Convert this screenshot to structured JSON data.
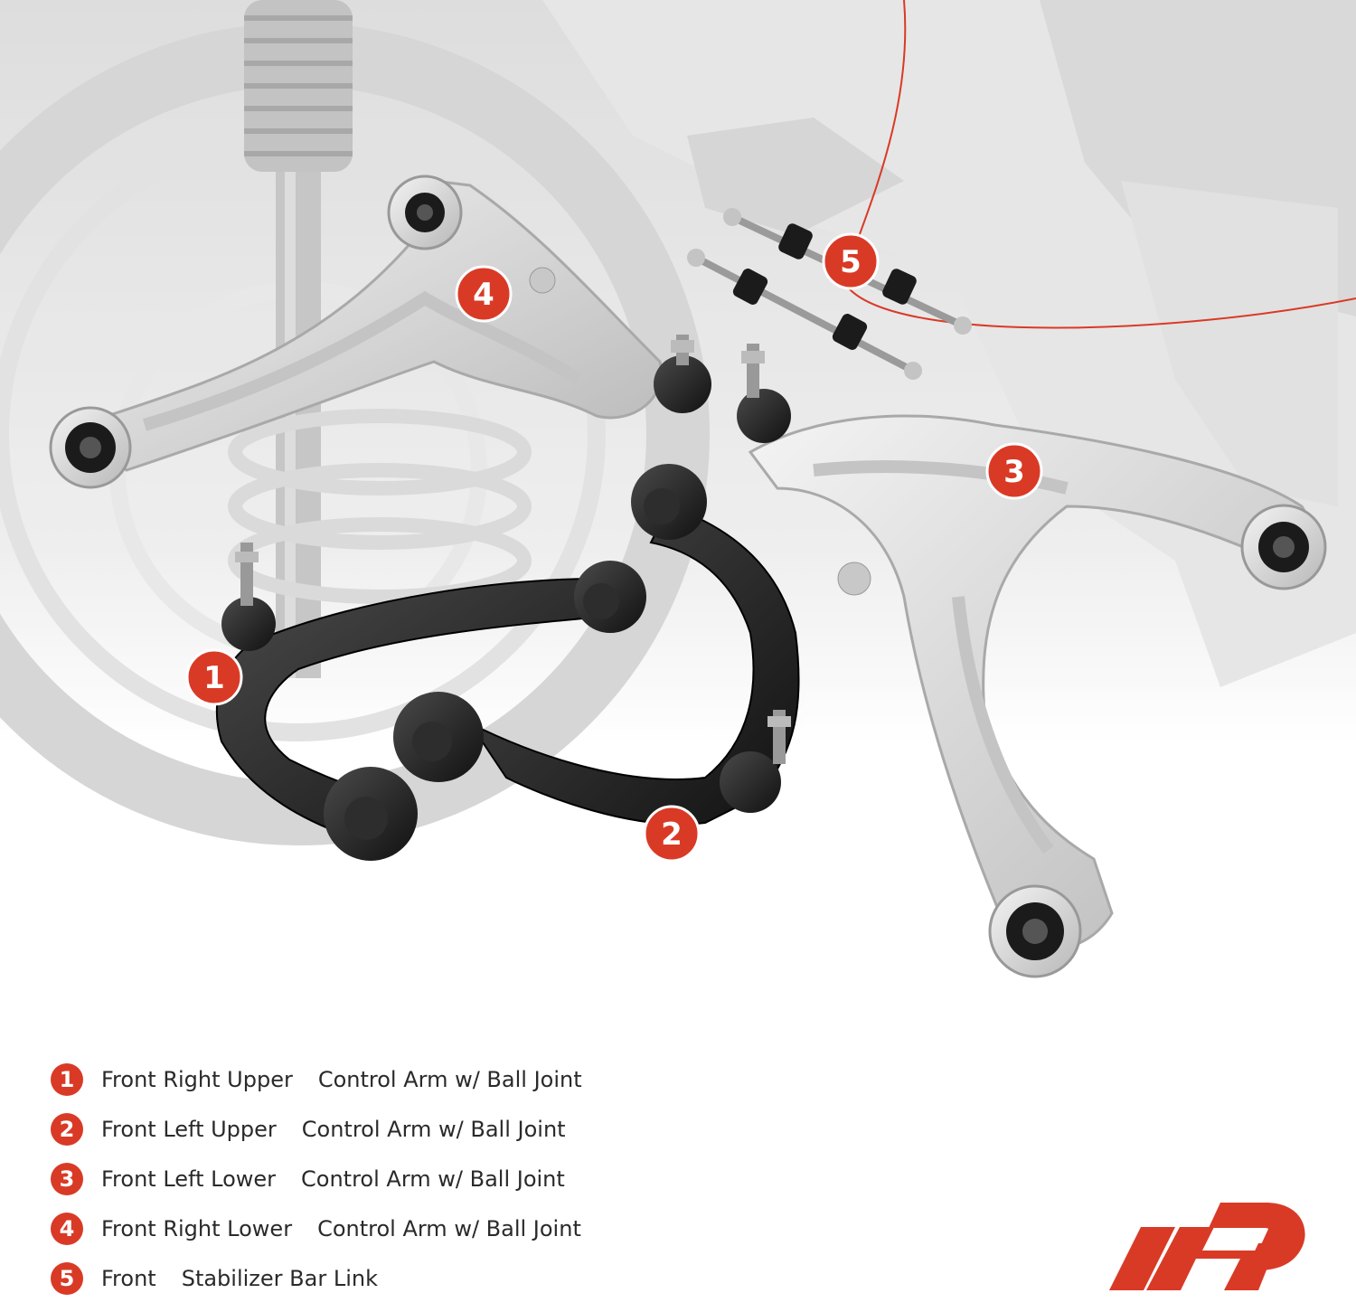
{
  "accent_color": "#d93a26",
  "callouts": [
    {
      "number": "1"
    },
    {
      "number": "2"
    },
    {
      "number": "3"
    },
    {
      "number": "4"
    },
    {
      "number": "5"
    }
  ],
  "legend": [
    {
      "number": "1",
      "position": "Front Right Upper",
      "part": "Control Arm w/ Ball Joint"
    },
    {
      "number": "2",
      "position": "Front Left Upper",
      "part": "Control Arm w/ Ball Joint"
    },
    {
      "number": "3",
      "position": "Front Left Lower",
      "part": "Control Arm w/ Ball Joint"
    },
    {
      "number": "4",
      "position": "Front Right Lower",
      "part": "Control Arm w/ Ball Joint"
    },
    {
      "number": "5",
      "position": "Front",
      "part": "Stabilizer Bar Link"
    }
  ],
  "brand_logo": {
    "icon": "ap-logo-icon",
    "text": "AP"
  }
}
